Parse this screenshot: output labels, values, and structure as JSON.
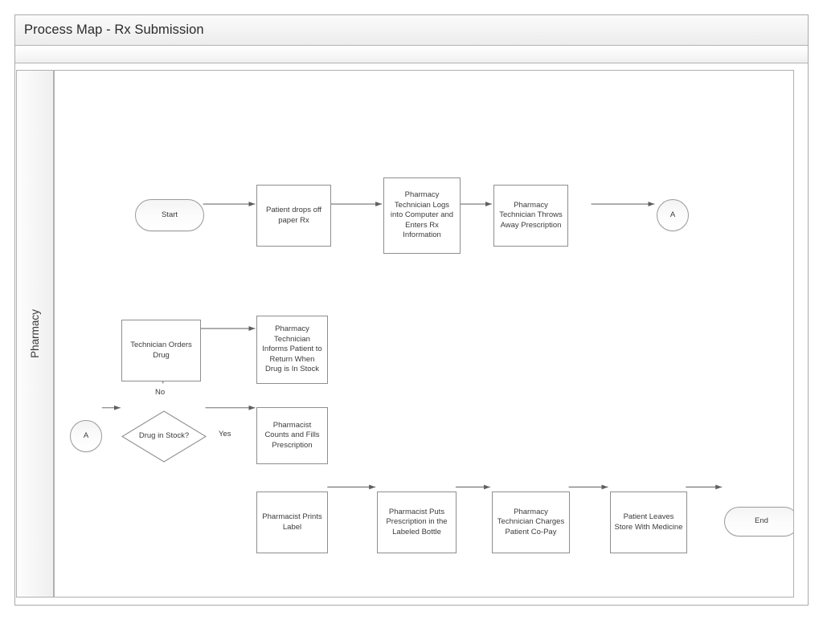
{
  "window": {
    "title": "Process Map - Rx Submission"
  },
  "swimlane": {
    "label": "Pharmacy"
  },
  "colors": {
    "shape_border": "#8e8e90",
    "terminator_border": "#9b9b9d",
    "connector_line": "#6f6f71",
    "text": "#3b3b3b",
    "frame_border": "#aaaaac",
    "title_text": "#2b2b2b",
    "page_guide": "#e6e6e6"
  },
  "chart_data": {
    "type": "flowchart",
    "title": "Process Map - Rx Submission",
    "lanes": [
      "Pharmacy"
    ],
    "nodes": [
      {
        "id": "start",
        "type": "terminator",
        "label": "Start"
      },
      {
        "id": "dropoff",
        "type": "process",
        "label": "Patient drops off paper Rx"
      },
      {
        "id": "logs_in",
        "type": "process",
        "label": "Pharmacy Technician Logs into Computer and Enters Rx Information"
      },
      {
        "id": "throws_away",
        "type": "process",
        "label": "Pharmacy Technician Throws Away Prescription"
      },
      {
        "id": "conn_a_out",
        "type": "connector",
        "label": "A"
      },
      {
        "id": "conn_a_in",
        "type": "connector",
        "label": "A"
      },
      {
        "id": "drug_in_stock",
        "type": "decision",
        "label": "Drug in Stock?"
      },
      {
        "id": "orders_drug",
        "type": "process",
        "label": "Technician Orders Drug"
      },
      {
        "id": "informs",
        "type": "process",
        "label": "Pharmacy Technician Informs Patient to Return When Drug is In Stock"
      },
      {
        "id": "counts_fills",
        "type": "process",
        "label": "Pharmacist Counts and Fills Prescription"
      },
      {
        "id": "prints_label",
        "type": "process",
        "label": "Pharmacist Prints Label"
      },
      {
        "id": "puts_bottle",
        "type": "process",
        "label": "Pharmacist Puts Prescription in the Labeled Bottle"
      },
      {
        "id": "charges_copay",
        "type": "process",
        "label": "Pharmacy Technician Charges Patient Co-Pay"
      },
      {
        "id": "leaves_store",
        "type": "process",
        "label": "Patient Leaves Store With Medicine"
      },
      {
        "id": "end",
        "type": "terminator",
        "label": "End"
      }
    ],
    "edges": [
      {
        "from": "start",
        "to": "dropoff",
        "label": ""
      },
      {
        "from": "dropoff",
        "to": "logs_in",
        "label": ""
      },
      {
        "from": "logs_in",
        "to": "throws_away",
        "label": ""
      },
      {
        "from": "throws_away",
        "to": "conn_a_out",
        "label": ""
      },
      {
        "from": "conn_a_in",
        "to": "drug_in_stock",
        "label": ""
      },
      {
        "from": "drug_in_stock",
        "to": "orders_drug",
        "label": "No"
      },
      {
        "from": "drug_in_stock",
        "to": "counts_fills",
        "label": "Yes"
      },
      {
        "from": "orders_drug",
        "to": "informs",
        "label": ""
      },
      {
        "from": "informs",
        "to": "counts_fills",
        "label": ""
      },
      {
        "from": "counts_fills",
        "to": "prints_label",
        "label": ""
      },
      {
        "from": "prints_label",
        "to": "puts_bottle",
        "label": ""
      },
      {
        "from": "puts_bottle",
        "to": "charges_copay",
        "label": ""
      },
      {
        "from": "charges_copay",
        "to": "leaves_store",
        "label": ""
      },
      {
        "from": "leaves_store",
        "to": "end",
        "label": ""
      }
    ],
    "edge_labels": {
      "no": "No",
      "yes": "Yes"
    }
  }
}
